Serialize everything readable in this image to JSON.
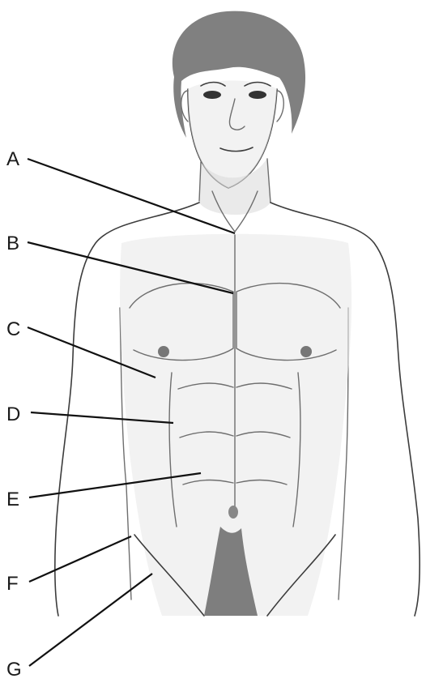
{
  "figure": {
    "labels": [
      {
        "id": "A",
        "text": "A"
      },
      {
        "id": "B",
        "text": "B"
      },
      {
        "id": "C",
        "text": "C"
      },
      {
        "id": "D",
        "text": "D"
      },
      {
        "id": "E",
        "text": "E"
      },
      {
        "id": "F",
        "text": "F"
      },
      {
        "id": "G",
        "text": "G"
      }
    ]
  },
  "colors": {
    "line": "#111111",
    "pencil": "#6e6e6e",
    "background": "#ffffff"
  }
}
